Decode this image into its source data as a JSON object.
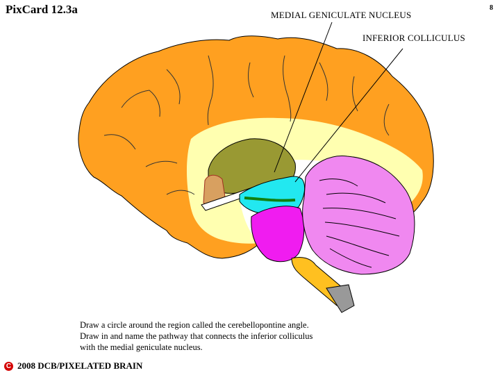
{
  "card": {
    "title": "PixCard 12.3a",
    "page_number": "8"
  },
  "labels": {
    "medial_geniculate": "MEDIAL GENICULATE NUCLEUS",
    "inferior_colliculus": "INFERIOR COLLICULUS"
  },
  "instructions": [
    "Draw a circle around the region called the cerebellopontine angle.",
    "Draw in and name the pathway that connects the inferior colliculus",
    "with the medial geniculate nucleus."
  ],
  "footer": {
    "copyright_symbol": "C",
    "copyright_text": "2008  DCB/PIXELATED BRAIN"
  },
  "colors": {
    "cerebrum": "#ffa020",
    "white_matter": "#ffffb0",
    "thalamus": "#999933",
    "midbrain": "#22e8f0",
    "pons": "#f01cf0",
    "cerebellum": "#f088f0",
    "medulla": "#ffc020",
    "pathway": "#108010"
  },
  "icons": {
    "copyright": "copyright-icon"
  }
}
